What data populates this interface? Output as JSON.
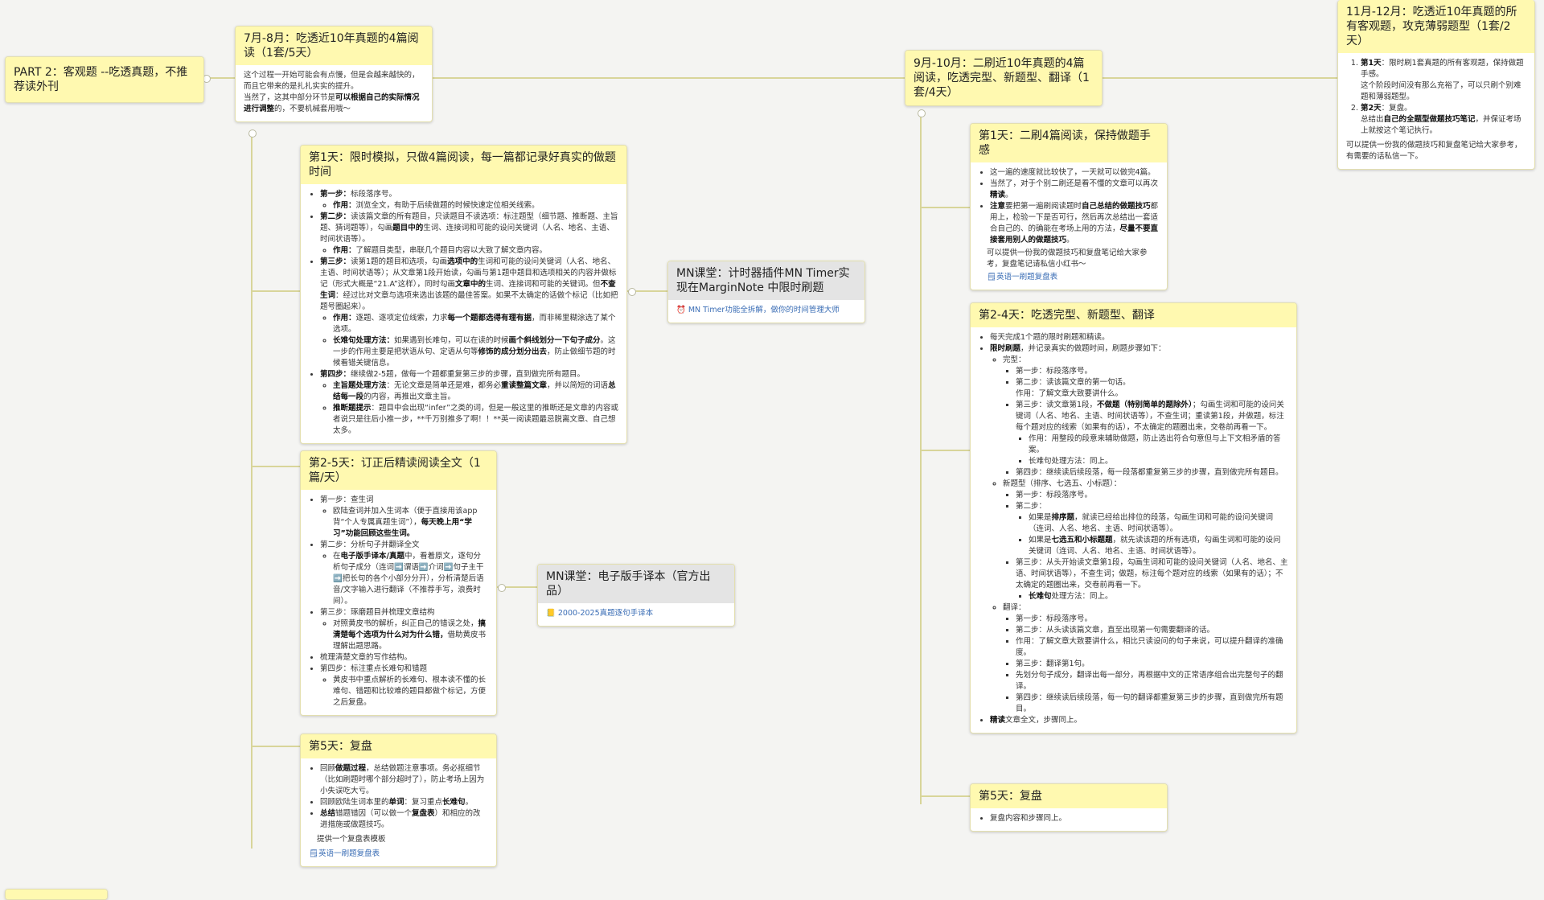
{
  "part2": {
    "title": "PART 2：客观题 --吃透真题，不推荐读外刊"
  },
  "jul": {
    "title": "7月-8月：吃透近10年真题的4篇阅读（1套/5天）",
    "p1": "这个过程一开始可能会有点慢，但是会越来越快的，而且它带来的是扎扎实实的提升。",
    "p2a": "当然了，这其中部分环节是",
    "p2b": "可以根据自己的实际情况进行调整",
    "p2c": "的，不要机械套用哦～"
  },
  "day1": {
    "title": "第1天：限时模拟，只做4篇阅读，每一篇都记录好真实的做题时间",
    "s1": "第一步：",
    "s1t": "标段落序号。",
    "s1a": "作用：",
    "s1at": "浏览全文，有助于后续做题的时候快速定位相关线索。",
    "s2": "第二步：",
    "s2t": "读该篇文章的所有题目，只读题目不读选项：标注题型（细节题、推断题、主旨题、猜词题等），勾画",
    "s2b": "题目中的",
    "s2c": "生词、连接词和可能的设问关键词（人名、地名、主语、时间状语等）。",
    "s2a": "作用：",
    "s2at": "了解题目类型，串联几个题目内容以大致了解文章内容。",
    "s3": "第三步：",
    "s3t": "读第1题的题目和选项，勾画",
    "s3b": "选项中的",
    "s3c": "生词和可能的设问关键词（人名、地名、主语、时间状语等）；从文章第1段开始读，勾画与第1题中题目和选项相关的内容并做标记（形式大概是“21.A”这样），同时勾画",
    "s3d": "文章中的",
    "s3e": "生词、连接词和可能的关键词。但",
    "s3f": "不查生词",
    "s3g": "：经过比对文章与选项来选出该题的最佳答案。如果不太确定的话做个标记（比如把题号圈起来）。",
    "s3a": "作用：",
    "s3at": "逐题、逐项定位线索，力求",
    "s3ab": "每一个题都选得有理有据",
    "s3ac": "，而非稀里糊涂选了某个选项。",
    "s3c2": "长难句处理方法：",
    "s3c2t": "如果遇到长难句，可以在读的时候",
    "s3c2b": "画个斜线划分一下句子成分",
    "s3c2c": "。这一步的作用主要是把状语从句、定语从句等",
    "s3c2d": "修饰的成分划分出去",
    "s3c2e": "，防止做细节题的时候看错关键信息。",
    "s4": "第四步：",
    "s4t": "继续做2-5题，做每一个题都重复第三步的步骤，直到做完所有题目。",
    "s4a": "主旨题处理方法",
    "s4at": "：无论文章是简单还是难，都务必",
    "s4ab": "重读整篇文章",
    "s4ac": "，并以简短的词语",
    "s4ad": "总结每一段",
    "s4ae": "的内容，再推出文章主旨。",
    "s4c": "推断题提示",
    "s4ct": "：题目中会出现“infer”之类的词，但是一般这里的推断还是文章的内容或者说只是往后小推一步，**千万别推多了啊！！**英一阅读题最忌脱离文章、自己想太多。"
  },
  "timer": {
    "title": "MN课堂：计时器插件MN Timer实现在MarginNote 中限时刷题",
    "link": "MN Timer功能全拆解，做你的时间管理大师"
  },
  "day25": {
    "title": "第2-5天：订正后精读阅读全文（1篇/天）",
    "a": "第一步：查生词",
    "a1": "欧陆查词并加入生词本（便于直接用该app背“个人专属真题生词”），",
    "a1b": "每天晚上用“学习”功能回顾这些生词。",
    "b": "第二步：分析句子并翻译全文",
    "b1a": "在",
    "b1b": "电子版手译本/真题",
    "b1c": "中，看着原文，逐句分析句子成分（连词➡️谓语➡️介词➡️句子主干➡️把长句的各个小部分分开），分析清楚后语音/文字输入进行翻译（不推荐手写，浪费时间）。",
    "c": "第三步：琢磨题目并梳理文章结构",
    "c1": "对照黄皮书的解析，纠正自己的错误之处，",
    "c1b": "搞清楚每个选项为什么对为什么错，",
    "c1c": "借助黄皮书理解出题思路。",
    "d": "梳理清楚文章的写作结构。",
    "e": "第四步：标注重点长难句和错题",
    "e1": "黄皮书中重点解析的长难句、根本读不懂的长难句、错题和比较难的题目都做个标记，方便之后复盘。"
  },
  "mnbook": {
    "title": "MN课堂：电子版手译本（官方出品）",
    "link": "2000-2025真题逐句手译本"
  },
  "day5": {
    "title": "第5天：复盘",
    "a": "回顾",
    "ab": "做题过程",
    "ac": "，总结做题注意事项。务必抠细节（比如刷题时哪个部分超时了），防止考场上因为小失误吃大亏。",
    "b": "回顾欧陆生词本里的",
    "bb": "单词",
    "bc": "：复习重点",
    "bd": "长难句",
    "be": "。",
    "c": "总结",
    "cb": "错题错因（可以做一个",
    "cc": "复盘表",
    "cd": "）和相应的改进措施或做题技巧。",
    "p": "提供一个复盘表模板",
    "link": "英语一刷题复盘表"
  },
  "sep": {
    "title": "9月-10月：二刷近10年真题的4篇阅读，吃透完型、新题型、翻译（1套/4天）"
  },
  "sd1": {
    "title": "第1天：二刷4篇阅读，保持做题手感",
    "a": "这一遍的速度就比较快了，一天就可以做完4篇。",
    "b": "当然了，对于个别二刷还是看不懂的文章可以再次",
    "bb": "精读",
    "bc": "。",
    "c": "注意",
    "cb": "要把第一遍刷阅读题时",
    "cc": "自己总结的做题技巧",
    "cd": "都用上，检验一下是否可行，然后再次总结出一套适合自己的、的确能在考场上用的方法，",
    "ce": "尽量不要直接套用别人的做题技巧",
    "cf": "。",
    "p": "可以提供一份我的做题技巧和复盘笔记给大家参考，复盘笔记请私信小红书～",
    "link": "英语一刷题复盘表"
  },
  "sd24": {
    "title": "第2-4天：吃透完型、新题型、翻译",
    "a": "每天完成1个题的限时刷题和精读。",
    "b": "限时刷题",
    "bt": "，并记录真实的做题时间，刷题步骤如下：",
    "w": "完型：",
    "w1": "第一步：标段落序号。",
    "w2": "第二步：读该篇文章的第一句话。",
    "w2a": "作用：了解文章大致要讲什么。",
    "w3": "第三步：读文章第1段，",
    "w3b": "不做题（特别简单的题除外）",
    "w3c": "；勾画生词和可能的设问关键词（人名、地名、主语、时间状语等），不查生词；重读第1段，并做题，标注每个题对应的线索（如果有的话），不太确定的题圈出来，交卷前再看一下。",
    "w3a": "作用：用整段的段意来辅助做题，防止选出符合句意但与上下文相矛盾的答案。",
    "w3x": "长难句处理方法：同上。",
    "w4": "第四步：继续读后续段落，每一段落都重复第三步的步骤，直到做完所有题目。",
    "n": "新题型（排序、七选五、小标题）：",
    "n1": "第一步：标段落序号。",
    "n2": "第二步：",
    "n2a": "如果是",
    "n2ab": "排序题",
    "n2ac": "，就读已经给出排位的段落，勾画生词和可能的设问关键词（连词、人名、地名、主语、时间状语等）。",
    "n2b": "如果是",
    "n2bb": "七选五和小标题题",
    "n2bc": "，就先读该题的所有选项，勾画生词和可能的设问关键词（连词、人名、地名、主语、时间状语等）。",
    "n3": "第三步：从头开始读文章第1段，勾画生词和可能的设问关键词（人名、地名、主语、时间状语等），不查生词；做题，标注每个题对应的线索（如果有的话）；不太确定的题圈出来，交卷前再看一下。",
    "n3a": "长难句",
    "n3at": "处理方法：同上。",
    "t": "翻译：",
    "t1": "第一步：标段落序号。",
    "t2": "第二步：从头读该篇文章，直至出现第一句需要翻译的话。",
    "t3": "作用：了解文章大致要讲什么，相比只读设问的句子来说，可以提升翻译的准确度。",
    "t4": "第三步：翻译第1句。",
    "t5": "先划分句子成分，翻译出每一部分，再根据中文的正常语序组合出完整句子的翻译。",
    "t6": "第四步：继续读后续段落，每一句的翻译都重复第三步的步骤，直到做完所有题目。",
    "c": "精读",
    "ct": "文章全文，步骤同上。"
  },
  "sd5": {
    "title": "第5天：复盘",
    "a": "复盘内容和步骤同上。"
  },
  "nov": {
    "title": "11月-12月：吃透近10年真题的所有客观题，攻克薄弱题型（1套/2天）",
    "i1": "第1天",
    "i1t": "：限时刷1套真题的所有客观题，保持做题手感。",
    "i1p": "这个阶段时间没有那么充裕了，可以只刷个别难题和薄弱题型。",
    "i2": "第2天",
    "i2t": "：复盘。",
    "i2p": "总结出",
    "i2pb": "自己的全题型做题技巧笔记",
    "i2pc": "，并保证考场上就按这个笔记执行。",
    "p": "可以提供一份我的做题技巧和复盘笔记给大家参考，有需要的话私信一下。"
  },
  "colors": {
    "header": "#fff9b0",
    "gray_header": "#e4e4e4",
    "line": "#d8d59a",
    "link": "#3a6db5"
  }
}
